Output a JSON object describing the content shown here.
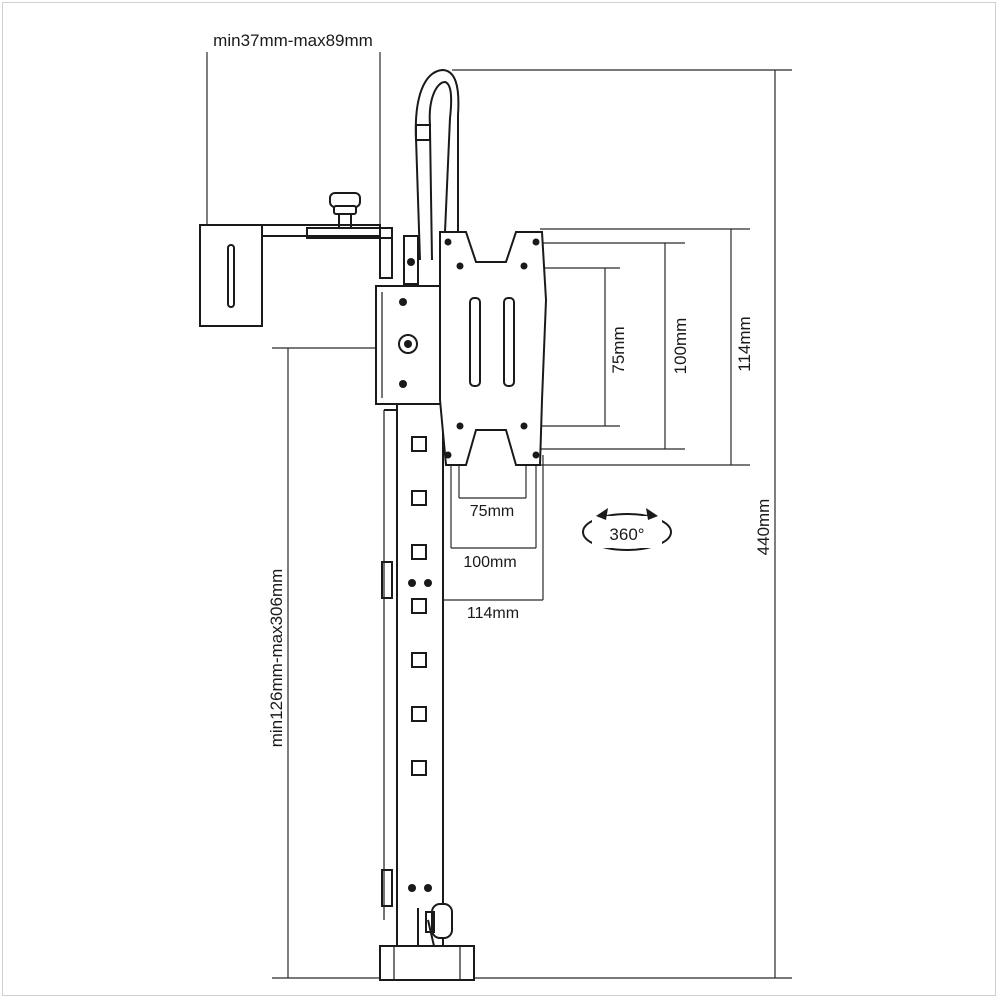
{
  "diagram": {
    "labels": {
      "clamp_range": "min37mm-max89mm",
      "height_range": "min126mm-max306mm",
      "total_height": "440mm",
      "vesa_v_75": "75mm",
      "vesa_v_100": "100mm",
      "vesa_v_114": "114mm",
      "vesa_h_75": "75mm",
      "vesa_h_100": "100mm",
      "vesa_h_114": "114mm",
      "rotation": "360°"
    },
    "colors": {
      "line": "#1a1a1a",
      "background": "#ffffff"
    }
  }
}
